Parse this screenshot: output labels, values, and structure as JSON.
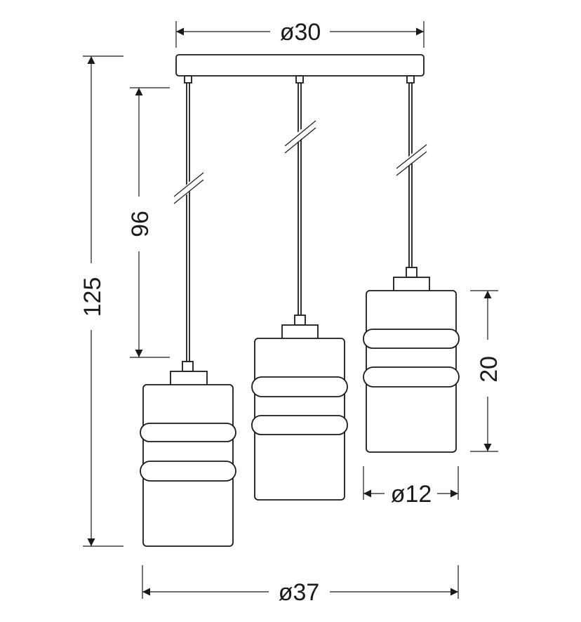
{
  "dimensions": {
    "canopy_width": "ø30",
    "overall_height": "125",
    "cable_length": "96",
    "shade_height": "20",
    "shade_diameter": "ø12",
    "overall_width": "ø37"
  }
}
